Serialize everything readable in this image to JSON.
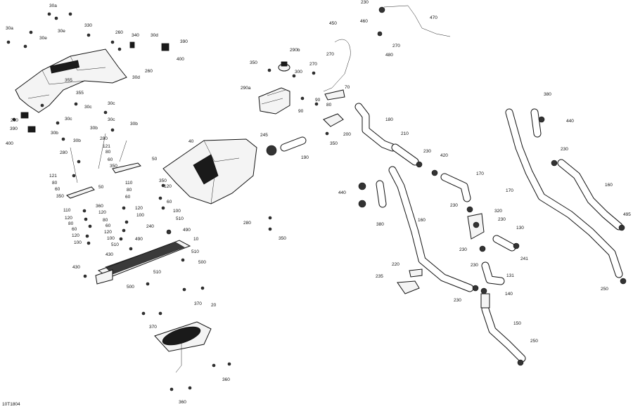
{
  "figure_id": "10T1804",
  "callouts": [
    {
      "id": "c1",
      "text": "30a"
    },
    {
      "id": "c2",
      "text": "30a"
    },
    {
      "id": "c3",
      "text": "30e"
    },
    {
      "id": "c4",
      "text": "330"
    },
    {
      "id": "c5",
      "text": "30e"
    },
    {
      "id": "c6",
      "text": "260"
    },
    {
      "id": "c7",
      "text": "340"
    },
    {
      "id": "c8",
      "text": "30d"
    },
    {
      "id": "c9",
      "text": "390"
    },
    {
      "id": "c10",
      "text": "400"
    },
    {
      "id": "c11",
      "text": "260"
    },
    {
      "id": "c12",
      "text": "30d"
    },
    {
      "id": "c13",
      "text": "355"
    },
    {
      "id": "c14",
      "text": "355"
    },
    {
      "id": "c15",
      "text": "30c"
    },
    {
      "id": "c16",
      "text": "30c"
    },
    {
      "id": "c17",
      "text": "260"
    },
    {
      "id": "c18",
      "text": "390"
    },
    {
      "id": "c19",
      "text": "30c"
    },
    {
      "id": "c20",
      "text": "30c"
    },
    {
      "id": "c21",
      "text": "30b"
    },
    {
      "id": "c22",
      "text": "30b"
    },
    {
      "id": "c23",
      "text": "400"
    },
    {
      "id": "c24",
      "text": "30b"
    },
    {
      "id": "c25",
      "text": "280"
    },
    {
      "id": "c26",
      "text": "121"
    },
    {
      "id": "c27",
      "text": "80"
    },
    {
      "id": "c28",
      "text": "60"
    },
    {
      "id": "c29",
      "text": "350"
    },
    {
      "id": "c30",
      "text": "50"
    },
    {
      "id": "c31",
      "text": "30b"
    },
    {
      "id": "c32",
      "text": "280"
    },
    {
      "id": "c33",
      "text": "121"
    },
    {
      "id": "c34",
      "text": "80"
    },
    {
      "id": "c35",
      "text": "60"
    },
    {
      "id": "c36",
      "text": "350"
    },
    {
      "id": "c37",
      "text": "50"
    },
    {
      "id": "c38",
      "text": "110"
    },
    {
      "id": "c39",
      "text": "350"
    },
    {
      "id": "c40",
      "text": "120"
    },
    {
      "id": "c41",
      "text": "80"
    },
    {
      "id": "c42",
      "text": "60"
    },
    {
      "id": "c43",
      "text": "360"
    },
    {
      "id": "c44",
      "text": "110"
    },
    {
      "id": "c45",
      "text": "120"
    },
    {
      "id": "c46",
      "text": "100"
    },
    {
      "id": "c47",
      "text": "120"
    },
    {
      "id": "c48",
      "text": "80"
    },
    {
      "id": "c49",
      "text": "60"
    },
    {
      "id": "c50",
      "text": "120"
    },
    {
      "id": "c51",
      "text": "80"
    },
    {
      "id": "c52",
      "text": "60"
    },
    {
      "id": "c53",
      "text": "120"
    },
    {
      "id": "c54",
      "text": "100"
    },
    {
      "id": "c55",
      "text": "60"
    },
    {
      "id": "c56",
      "text": "120"
    },
    {
      "id": "c57",
      "text": "100"
    },
    {
      "id": "c58",
      "text": "510"
    },
    {
      "id": "c59",
      "text": "100"
    },
    {
      "id": "c60",
      "text": "510"
    },
    {
      "id": "c61",
      "text": "240"
    },
    {
      "id": "c62",
      "text": "490"
    },
    {
      "id": "c63",
      "text": "490"
    },
    {
      "id": "c64",
      "text": "430"
    },
    {
      "id": "c65",
      "text": "10"
    },
    {
      "id": "c66",
      "text": "510"
    },
    {
      "id": "c67",
      "text": "500"
    },
    {
      "id": "c68",
      "text": "430"
    },
    {
      "id": "c69",
      "text": "510"
    },
    {
      "id": "c70",
      "text": "500"
    },
    {
      "id": "c71",
      "text": "370"
    },
    {
      "id": "c72",
      "text": "20"
    },
    {
      "id": "c73",
      "text": "370"
    },
    {
      "id": "c74",
      "text": "360"
    },
    {
      "id": "c75",
      "text": "360"
    },
    {
      "id": "c76",
      "text": "40"
    },
    {
      "id": "c77",
      "text": "280"
    },
    {
      "id": "c78",
      "text": "350"
    },
    {
      "id": "c79",
      "text": "290b"
    },
    {
      "id": "c80",
      "text": "350"
    },
    {
      "id": "c81",
      "text": "300"
    },
    {
      "id": "c82",
      "text": "290a"
    },
    {
      "id": "c83",
      "text": "90"
    },
    {
      "id": "c84",
      "text": "90"
    },
    {
      "id": "c85",
      "text": "270"
    },
    {
      "id": "c86",
      "text": "270"
    },
    {
      "id": "c87",
      "text": "450"
    },
    {
      "id": "c88",
      "text": "70"
    },
    {
      "id": "c89",
      "text": "80"
    },
    {
      "id": "c90",
      "text": "200"
    },
    {
      "id": "c91",
      "text": "350"
    },
    {
      "id": "c92",
      "text": "245"
    },
    {
      "id": "c93",
      "text": "190"
    },
    {
      "id": "c94",
      "text": "230"
    },
    {
      "id": "c95",
      "text": "470"
    },
    {
      "id": "c96",
      "text": "460"
    },
    {
      "id": "c97",
      "text": "270"
    },
    {
      "id": "c98",
      "text": "480"
    },
    {
      "id": "c99",
      "text": "180"
    },
    {
      "id": "c100",
      "text": "210"
    },
    {
      "id": "c101",
      "text": "230"
    },
    {
      "id": "c102",
      "text": "420"
    },
    {
      "id": "c103",
      "text": "170"
    },
    {
      "id": "c104",
      "text": "440"
    },
    {
      "id": "c105",
      "text": "380"
    },
    {
      "id": "c106",
      "text": "160"
    },
    {
      "id": "c107",
      "text": "230"
    },
    {
      "id": "c108",
      "text": "320"
    },
    {
      "id": "c109",
      "text": "230"
    },
    {
      "id": "c110",
      "text": "130"
    },
    {
      "id": "c111",
      "text": "230"
    },
    {
      "id": "c112",
      "text": "241"
    },
    {
      "id": "c113",
      "text": "220"
    },
    {
      "id": "c114",
      "text": "235"
    },
    {
      "id": "c115",
      "text": "230"
    },
    {
      "id": "c116",
      "text": "131"
    },
    {
      "id": "c117",
      "text": "230"
    },
    {
      "id": "c118",
      "text": "140"
    },
    {
      "id": "c119",
      "text": "150"
    },
    {
      "id": "c120",
      "text": "250"
    },
    {
      "id": "c121",
      "text": "380"
    },
    {
      "id": "c122",
      "text": "440"
    },
    {
      "id": "c123",
      "text": "230"
    },
    {
      "id": "c124",
      "text": "170"
    },
    {
      "id": "c125",
      "text": "160"
    },
    {
      "id": "c126",
      "text": "495"
    },
    {
      "id": "c127",
      "text": "250"
    }
  ]
}
